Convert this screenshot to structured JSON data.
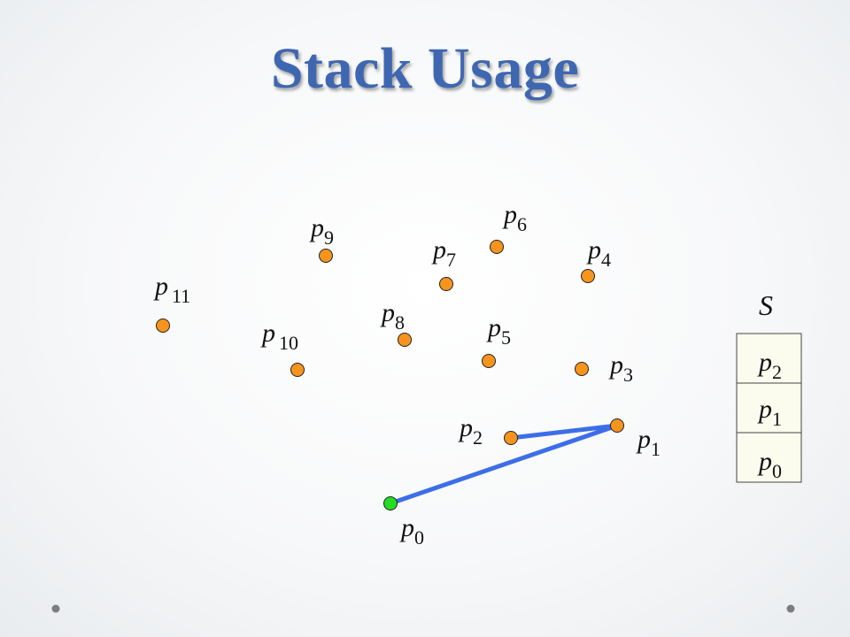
{
  "title": "Stack Usage",
  "colors": {
    "title": "#3f67b1",
    "point_fill": "#f7941d",
    "start_point_fill": "#22dd22",
    "edge": "#3d6ee8"
  },
  "points": [
    {
      "base": "p",
      "sub": "0"
    },
    {
      "base": "p",
      "sub": "1"
    },
    {
      "base": "p",
      "sub": "2"
    },
    {
      "base": "p",
      "sub": "3"
    },
    {
      "base": "p",
      "sub": "4"
    },
    {
      "base": "p",
      "sub": "5"
    },
    {
      "base": "p",
      "sub": "6"
    },
    {
      "base": "p",
      "sub": "7"
    },
    {
      "base": "p",
      "sub": "8"
    },
    {
      "base": "p",
      "sub": "9"
    },
    {
      "base": "p",
      "sub": "10"
    },
    {
      "base": "p",
      "sub": "11"
    }
  ],
  "edges": [
    {
      "from": "p0",
      "to": "p1"
    },
    {
      "from": "p1",
      "to": "p2"
    }
  ],
  "stack": {
    "label": "S",
    "items_top_to_bottom": [
      {
        "base": "p",
        "sub": "2"
      },
      {
        "base": "p",
        "sub": "1"
      },
      {
        "base": "p",
        "sub": "0"
      }
    ]
  }
}
